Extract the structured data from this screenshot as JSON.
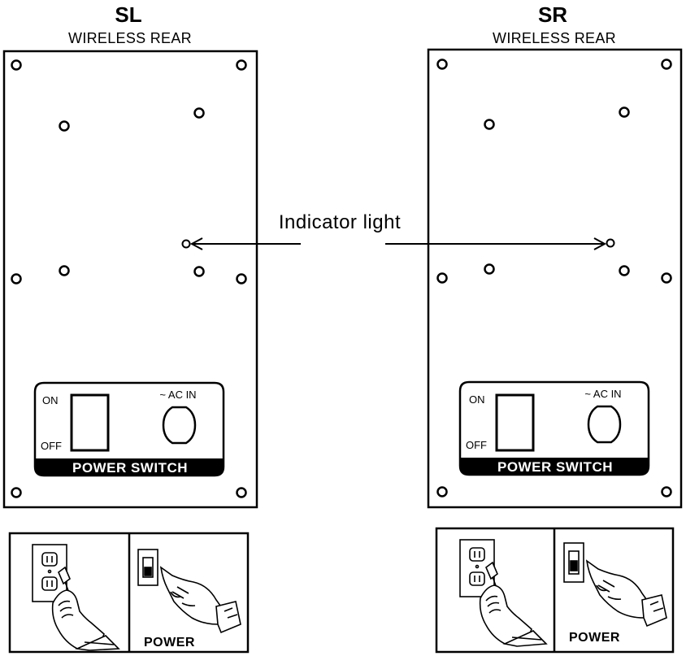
{
  "left_panel": {
    "title": "SL",
    "subtitle": "WIRELESS REAR",
    "switch_on": "ON",
    "switch_off": "OFF",
    "ac_label": "~ AC IN",
    "band_label": "POWER SWITCH",
    "instruction_power": "POWER"
  },
  "right_panel": {
    "title": "SR",
    "subtitle": "WIRELESS REAR",
    "switch_on": "ON",
    "switch_off": "OFF",
    "ac_label": "~ AC IN",
    "band_label": "POWER SWITCH",
    "instruction_power": "POWER"
  },
  "indicator_label": "Indicator light",
  "icons": {
    "outlet": "wall-outlet-icon",
    "hand": "hand-icon",
    "wall_switch": "wall-switch-icon",
    "screw": "screw-hole-icon",
    "ac_socket": "ac-socket-icon"
  }
}
